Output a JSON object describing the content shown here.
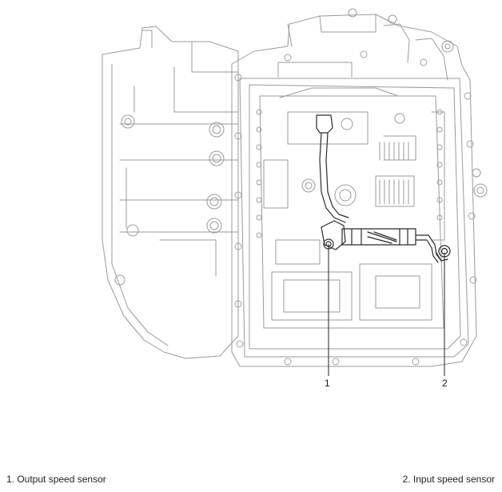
{
  "callouts": [
    {
      "number": "1"
    },
    {
      "number": "2"
    }
  ],
  "legend": [
    {
      "text": "1. Output speed sensor"
    },
    {
      "text": "2. Input speed sensor"
    }
  ],
  "colors": {
    "line": "#8f8f8f",
    "dark_line": "#2a2a2a",
    "background": "#ffffff"
  }
}
